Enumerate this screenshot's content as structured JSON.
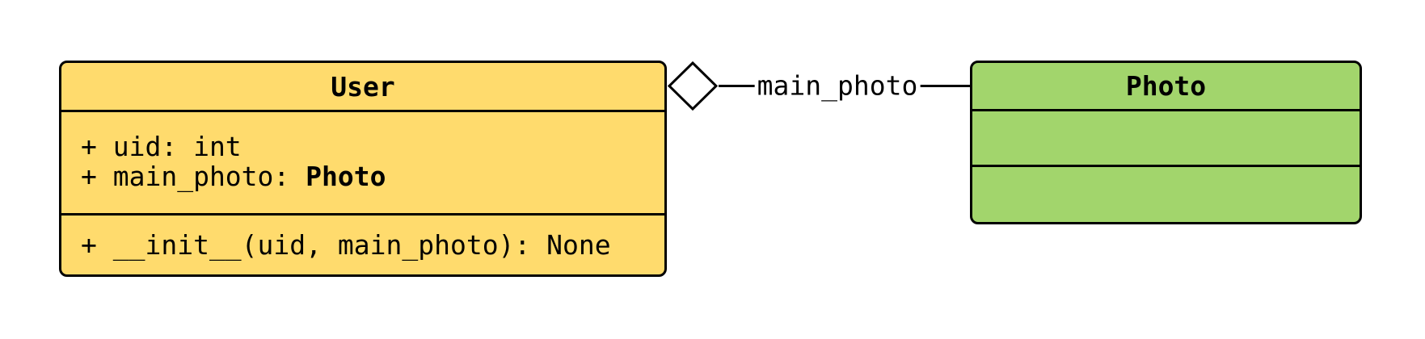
{
  "diagram": {
    "background_color": "#ffffff",
    "stroke_color": "#000000",
    "classes": [
      {
        "name": "User",
        "fill": "#ffdb6d",
        "attributes": [
          {
            "text": "+ uid: int"
          },
          {
            "prefix": "+ main_photo: ",
            "type": "Photo"
          }
        ],
        "methods": [
          {
            "text": "+ __init__(uid, main_photo): None"
          }
        ]
      },
      {
        "name": "Photo",
        "fill": "#a2d56c",
        "attributes": [],
        "methods": []
      }
    ],
    "relation": {
      "label": "main_photo",
      "kind": "aggregation",
      "diamond": "hollow-diamond",
      "diamond_fill": "#ffffff",
      "from": "User",
      "to": "Photo"
    }
  }
}
